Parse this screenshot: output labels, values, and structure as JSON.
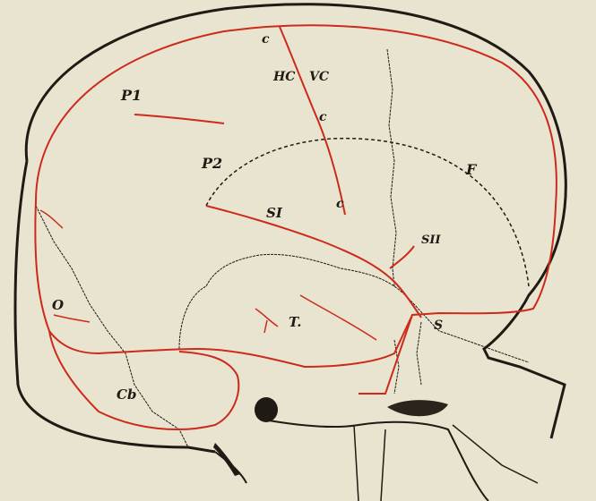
{
  "figure": {
    "background_color": "#e9e4cf",
    "line_color": "#cc2a1a",
    "ink_color": "#1f1a14"
  },
  "labels": {
    "c_top": "c",
    "hc": "HC",
    "vc": "VC",
    "c_mid": "c",
    "c_low": "c",
    "p1": "P1",
    "p2": "P2",
    "f": "F",
    "s1": "SI",
    "s2": "SII",
    "o": "O",
    "t": "T.",
    "s": "S",
    "cb": "Cb"
  }
}
